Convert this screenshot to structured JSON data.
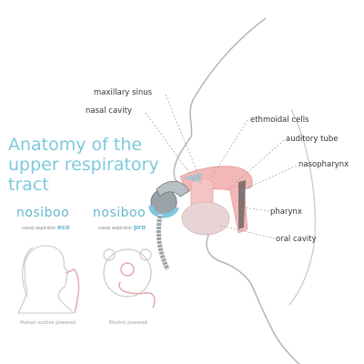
{
  "title": {
    "line1": "Anatomy of the",
    "line2": "upper respiratory",
    "line3": "tract"
  },
  "labels": {
    "maxillary_sinus": "maxillary sinus",
    "nasal_cavity": "nasal cavity",
    "ethmoidal_cells": "ethmoidal cells",
    "auditory_tube": "auditory tube",
    "nasopharynx": "nasopharynx",
    "pharynx": "pharynx",
    "oral_cavity": "oral cavity"
  },
  "products": {
    "eco": {
      "brand": "nosiboo",
      "subtitle": "nasal aspirator",
      "variant": "eco",
      "caption": "Human suction powered"
    },
    "pro": {
      "brand": "nosiboo",
      "subtitle": "nasal aspirator",
      "variant": "pro",
      "caption": "Electric powered"
    }
  },
  "colors": {
    "title": "#7ec9dc",
    "accent": "#66b7cc",
    "tissue_pink": "#f2b8b8",
    "outline": "#b8b8b8"
  }
}
